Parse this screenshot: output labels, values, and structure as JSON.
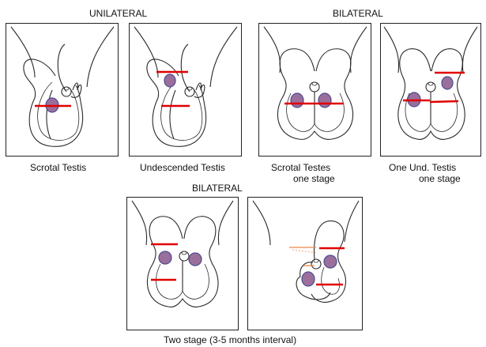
{
  "headings": {
    "unilateral": "UNILATERAL",
    "bilateral_top": "BILATERAL",
    "bilateral_bottom": "BILATERAL"
  },
  "captions": {
    "scrotal_testis": "Scrotal Testis",
    "undescended_testis": "Undescended Testis",
    "scrotal_testes_l1": "Scrotal Testes",
    "scrotal_testes_l2": "one stage",
    "one_und_l1": "One Und. Testis",
    "one_und_l2": "one stage",
    "two_stage": "Two stage (3-5 months interval)"
  },
  "colors": {
    "incision": "#e00000",
    "testis_fill": "#9b6f9b",
    "testis_outline": "#4c4c90",
    "previous_incision": "#ee8844",
    "ink": "#2a2a2a"
  },
  "panels": [
    {
      "name": "scrotal-testis-diagram",
      "icon": "unilateral-scrotal-testis-illustration"
    },
    {
      "name": "undescended-testis-diagram",
      "icon": "unilateral-undescended-testis-illustration"
    },
    {
      "name": "scrotal-testes-diagram",
      "icon": "bilateral-scrotal-testes-illustration"
    },
    {
      "name": "one-undescended-testis-diagram",
      "icon": "bilateral-one-undescended-testis-illustration"
    },
    {
      "name": "two-stage-first-diagram",
      "icon": "two-stage-first-operation-illustration"
    },
    {
      "name": "two-stage-second-diagram",
      "icon": "two-stage-second-operation-illustration"
    }
  ]
}
